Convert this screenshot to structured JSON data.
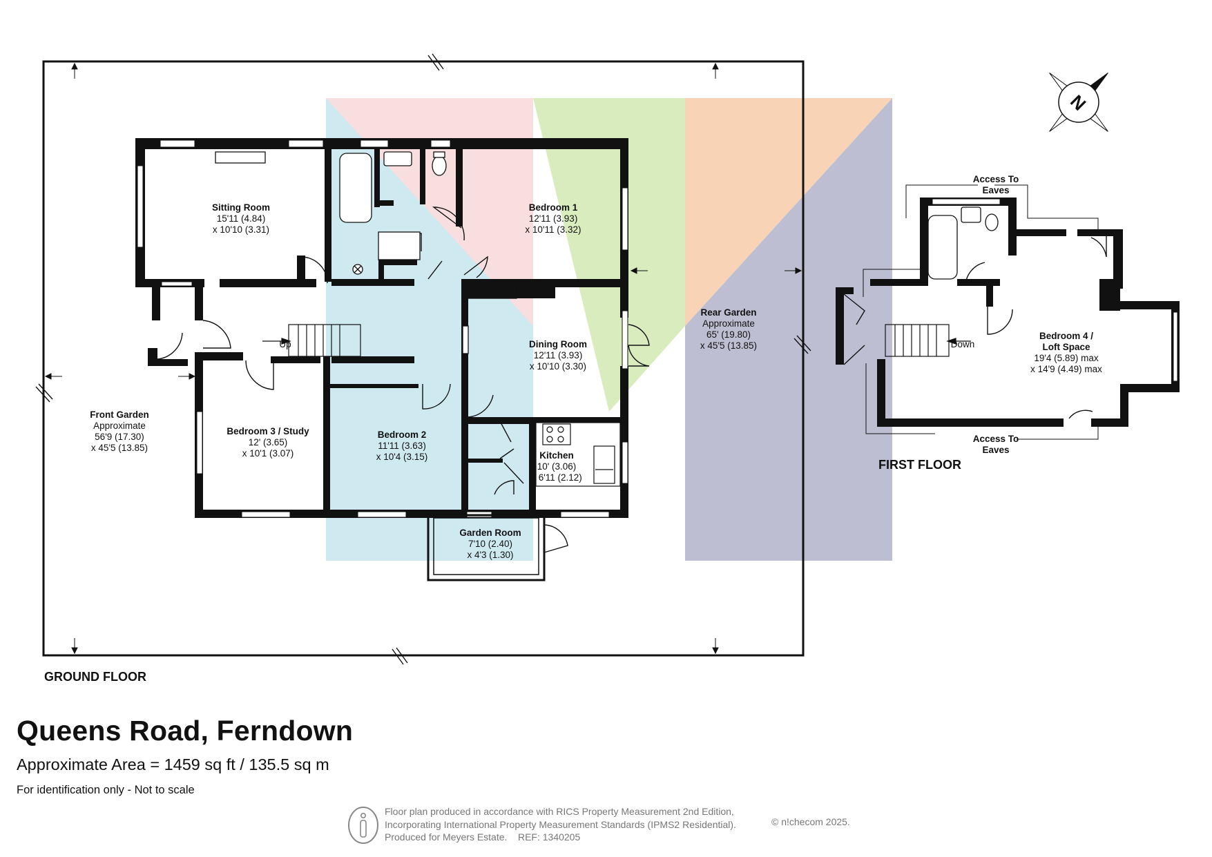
{
  "ground_floor": {
    "label": "GROUND FLOOR",
    "rooms": [
      {
        "id": "sitting-room",
        "name": "Sitting Room",
        "dims": [
          "15'11 (4.84)",
          "x 10'10 (3.31)"
        ]
      },
      {
        "id": "bedroom-1",
        "name": "Bedroom 1",
        "dims": [
          "12'11 (3.93)",
          "x 10'11 (3.32)"
        ]
      },
      {
        "id": "dining-room",
        "name": "Dining Room",
        "dims": [
          "12'11 (3.93)",
          "x 10'10 (3.30)"
        ]
      },
      {
        "id": "bedroom-3",
        "name": "Bedroom 3 / Study",
        "dims": [
          "12' (3.65)",
          "x 10'1 (3.07)"
        ]
      },
      {
        "id": "bedroom-2",
        "name": "Bedroom 2",
        "dims": [
          "11'11 (3.63)",
          "x 10'4 (3.15)"
        ]
      },
      {
        "id": "kitchen",
        "name": "Kitchen",
        "dims": [
          "10' (3.06)",
          "x 6'11 (2.12)"
        ]
      },
      {
        "id": "garden-room",
        "name": "Garden Room",
        "dims": [
          "7'10 (2.40)",
          "x 4'3 (1.30)"
        ]
      }
    ],
    "gardens": [
      {
        "id": "front-garden",
        "name": "Front Garden",
        "dims": [
          "Approximate",
          "56'9 (17.30)",
          "x 45'5 (13.85)"
        ]
      },
      {
        "id": "rear-garden",
        "name": "Rear Garden",
        "dims": [
          "Approximate",
          "65' (19.80)",
          "x 45'5 (13.85)"
        ]
      }
    ],
    "stairs_label": "Up"
  },
  "first_floor": {
    "label": "FIRST FLOOR",
    "rooms": [
      {
        "id": "bedroom-4",
        "name": "Bedroom 4 /",
        "name2": "Loft Space",
        "dims": [
          "19'4 (5.89) max",
          "x 14'9 (4.49) max"
        ]
      }
    ],
    "eaves_top": [
      "Access To",
      "Eaves"
    ],
    "eaves_bottom": [
      "Access To",
      "Eaves"
    ],
    "stairs_label": "Down"
  },
  "compass_letter": "N",
  "property": {
    "title": "Queens Road, Ferndown",
    "area": "Approximate Area = 1459 sq ft / 135.5 sq m",
    "note": "For identification only - Not to scale"
  },
  "footer": {
    "lines": [
      "Floor plan produced in accordance with RICS Property Measurement 2nd Edition,",
      "Incorporating International Property Measurement Standards (IPMS2 Residential).",
      "Produced for Meyers Estate.    REF: 1340205"
    ],
    "copyright": "© n!checom 2025."
  },
  "colors": {
    "wall": "#111111",
    "pink": "#f8dede",
    "blue": "#cfe9f0",
    "green": "#d9ecbe",
    "orange": "#f9d3b6",
    "purple": "#bebed3"
  }
}
